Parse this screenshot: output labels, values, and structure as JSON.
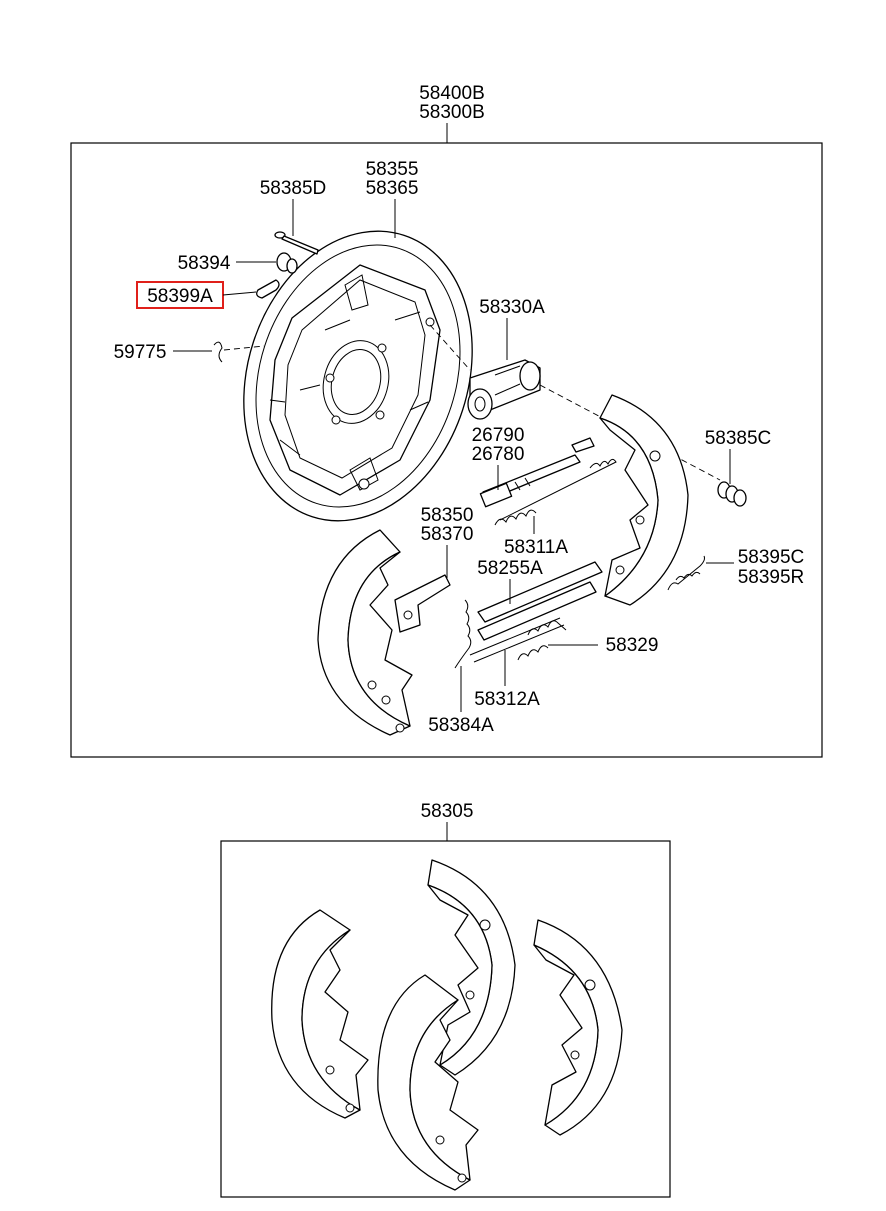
{
  "assembly": {
    "top_labels": [
      "58400B",
      "58300B"
    ],
    "parts": {
      "p58385D": "58385D",
      "p58355": "58355",
      "p58365": "58365",
      "p58394": "58394",
      "p58399A": "58399A",
      "p59775": "59775",
      "p58330A": "58330A",
      "p26790": "26790",
      "p26780": "26780",
      "p58385C": "58385C",
      "p58311A": "58311A",
      "p58350": "58350",
      "p58370": "58370",
      "p58255A": "58255A",
      "p58395C": "58395C",
      "p58395R": "58395R",
      "p58329": "58329",
      "p58312A": "58312A",
      "p58384A": "58384A"
    }
  },
  "kit": {
    "label": "58305"
  },
  "highlight_color": "#e0201a"
}
